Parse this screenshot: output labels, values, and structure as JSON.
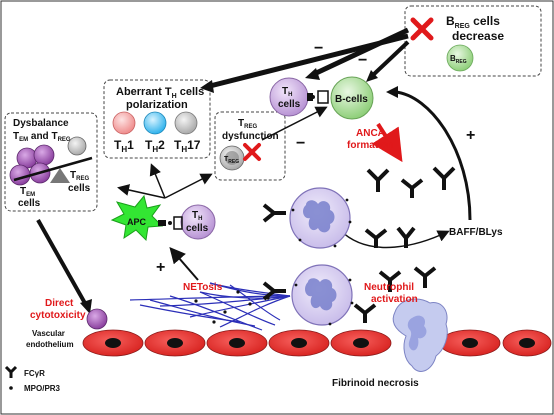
{
  "labels": {
    "breg_line1": "B",
    "breg_sub": "REG",
    "breg_line1_rest": " cells",
    "breg_line2": "decrease",
    "breg_cell": "B",
    "breg_cell_sub": "REG",
    "aberrant_title_1": "Aberrant T",
    "aberrant_title_sub": "H",
    "aberrant_title_2": " cells",
    "aberrant_title_3": "polarization",
    "th1": "T",
    "th1_sub": "H",
    "th1_num": "1",
    "th2_num": "2",
    "th17_num": "17",
    "th_cells_1": "T",
    "th_cells_sub": "H",
    "th_cells_2": "cells",
    "b_cells": "B-cells",
    "treg_dys_1": "T",
    "treg_dys_sub": "REG",
    "treg_dys_2": "dysfunction",
    "treg_cell": "T",
    "treg_cell_sub": "REG",
    "dysbalance_1": "Dysbalance",
    "dysbalance_2a": "T",
    "dysbalance_2sub": "EM",
    "dysbalance_2b": " and T",
    "dysbalance_2sub2": "REG",
    "tem_cells_1": "T",
    "tem_cells_sub": "EM",
    "tem_cells_2": "cells",
    "treg_cells_1": "T",
    "treg_cells_sub": "REG",
    "treg_cells_2": "cells",
    "anca_1": "ANCA",
    "anca_2": "formation",
    "apc": "APC",
    "th_apc_1": "T",
    "th_apc_sub": "H",
    "th_apc_2": "cells",
    "netosis": "NETosis",
    "baff": "BAFF/BLys",
    "neutrophil_1": "Neutrophil",
    "neutrophil_2": "activation",
    "direct_1": "Direct",
    "direct_2": "cytotoxicity",
    "vascular_1": "Vascular",
    "vascular_2": "endothelium",
    "fibrinoid": "Fibrinoid necrosis",
    "legend_fcyr": "FCγR",
    "legend_mpo": "MPO/PR3",
    "minus": "−",
    "plus": "+"
  },
  "colors": {
    "red": "#e0191b",
    "th_purple": "#c9a8e0",
    "b_green": "#a8d99a",
    "endothelium": "#e8312e",
    "neutrophil": "#d6ccf0",
    "net_blue": "#2b2fb8",
    "apc_green": "#33e633"
  }
}
